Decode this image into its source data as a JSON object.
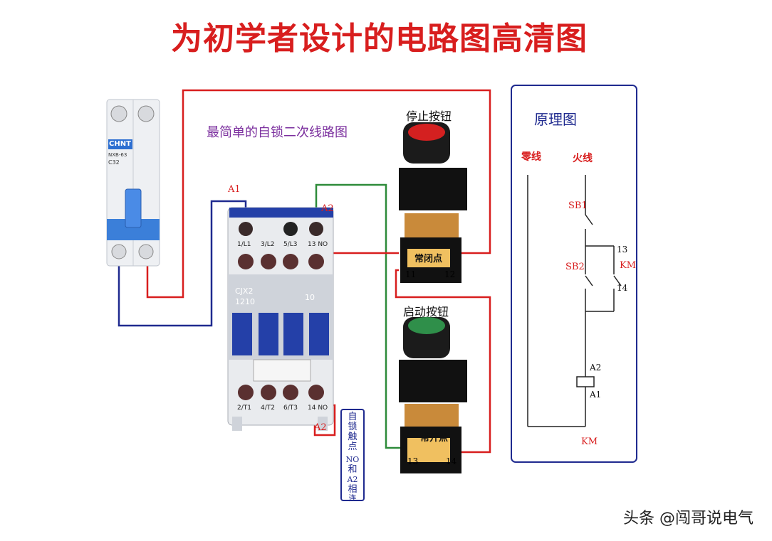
{
  "title": "为初学者设计的电路图高清图",
  "subtitle": "最简单的自锁二次线路图",
  "stop_button_title": "停止按钮",
  "start_button_title": "启动按钮",
  "principle_title": "原理图",
  "breaker": {
    "brand": "CHNT",
    "model": "NXB-63",
    "rating": "C32"
  },
  "contactor": {
    "model_line1": "CJX2",
    "model_line2": "1210",
    "aux_number": "10",
    "top_terminals": [
      "1/L1",
      "3/L2",
      "5/L3",
      "13 NO"
    ],
    "bottom_terminals": [
      "2/T1",
      "4/T2",
      "6/T3",
      "14 NO"
    ],
    "coil_label_top": "A2",
    "coil_label_bottom": "A2",
    "a1_label": "A1"
  },
  "stop_button": {
    "contact_label": "常闭点",
    "terminal_left": "11",
    "terminal_right": "12"
  },
  "start_button": {
    "contact_label": "常开点",
    "terminal_left": "13",
    "terminal_right": "14"
  },
  "self_lock_note": {
    "line1": [
      "自",
      "锁",
      "触",
      "点"
    ],
    "line2": [
      "NO",
      "和",
      "A2",
      "相",
      "连"
    ]
  },
  "schematic": {
    "neutral_label": "零线",
    "live_label": "火线",
    "sb1": "SB1",
    "sb2": "SB2",
    "km_contact": "KM",
    "terminal_13": "13",
    "terminal_14": "14",
    "coil_a2": "A2",
    "coil_a1": "A1",
    "coil_name": "KM"
  },
  "watermark": "头条 @闯哥说电气",
  "colors": {
    "wire_red": "#d81e1e",
    "wire_blue": "#1f2a8f",
    "wire_green": "#2e8b3a",
    "breaker_blue": "#3b7fd9",
    "contactor_blue": "#2440a8"
  }
}
